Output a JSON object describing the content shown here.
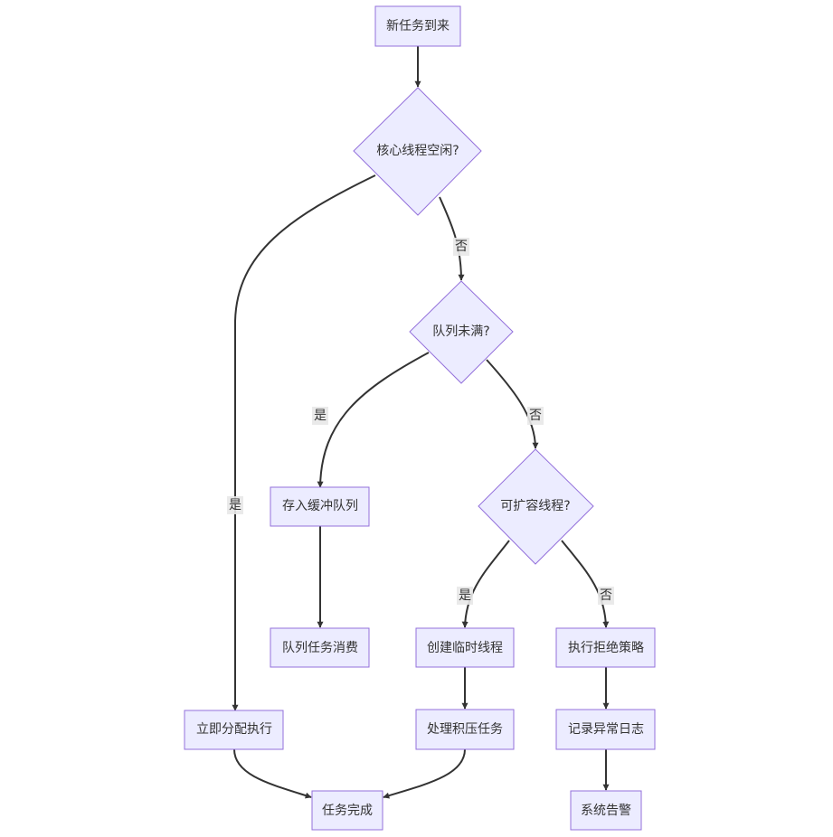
{
  "diagram": {
    "nodes": {
      "new_task": "新任务到来",
      "core_idle": "核心线程空闲?",
      "queue_not_full": "队列未满?",
      "can_expand": "可扩容线程?",
      "enqueue": "存入缓冲队列",
      "queue_consume": "队列任务消费",
      "create_temp_thread": "创建临时线程",
      "reject_policy": "执行拒绝策略",
      "assign_now": "立即分配执行",
      "process_backlog": "处理积压任务",
      "log_exception": "记录异常日志",
      "task_done": "任务完成",
      "system_alert": "系统告警"
    },
    "edge_labels": {
      "yes": "是",
      "no": "否"
    },
    "colors": {
      "node_fill": "#ECECFF",
      "node_stroke": "#9370DB",
      "edge": "#333333",
      "text": "#333333",
      "label_bg": "#E8E8E8"
    }
  }
}
